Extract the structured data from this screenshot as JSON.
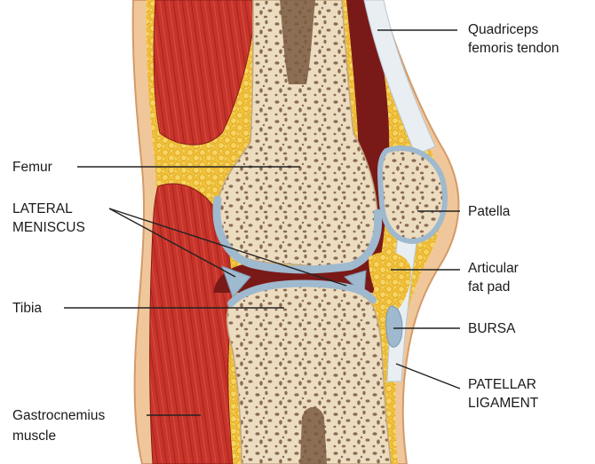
{
  "labels": {
    "quadriceps_line1": "Quadriceps",
    "quadriceps_line2": "femoris tendon",
    "femur": "Femur",
    "lateral_meniscus_line1": "LATERAL",
    "lateral_meniscus_line2": "MENISCUS",
    "patella": "Patella",
    "articular_fat_pad_line1": "Articular",
    "articular_fat_pad_line2": "fat pad",
    "tibia": "Tibia",
    "bursa": "BURSA",
    "patellar_ligament_line1": "PATELLAR",
    "patellar_ligament_line2": "LIGAMENT",
    "gastrocnemius_line1": "Gastrocnemius",
    "gastrocnemius_line2": "muscle"
  },
  "colors": {
    "skin": "#f0c79a",
    "skin_edge": "#d49a6a",
    "fat": "#f2c23a",
    "muscle": "#c8342a",
    "bone": "#ecdcc0",
    "marrow_dots": "#8a6a55",
    "cartilage": "#9fb9cf",
    "joint_cavity": "#7a1a18",
    "tendon": "#e8eef2",
    "leader": "#222222"
  }
}
